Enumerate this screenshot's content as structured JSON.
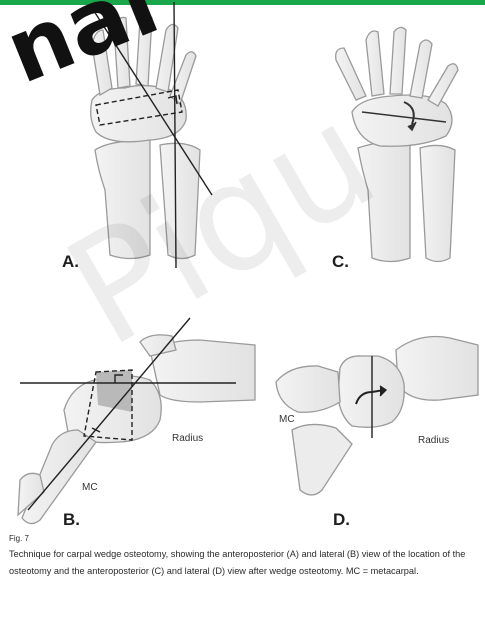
{
  "accent_color": "#1aa64a",
  "panels": {
    "a": "A.",
    "b": "B.",
    "c": "C.",
    "d": "D."
  },
  "labels": {
    "radius_b": "Radius",
    "mc_b": "MC",
    "radius_d": "Radius",
    "mc_d": "MC"
  },
  "caption": {
    "fig": "Fig. 7",
    "text": "Technique for carpal wedge osteotomy, showing the anteroposterior (A) and lateral (B) view of the location of the osteotomy and the anteroposterior (C) and lateral (D) view after wedge osteotomy. MC = metacarpal."
  },
  "watermark": {
    "dark": "nal",
    "light": "Piqu"
  }
}
